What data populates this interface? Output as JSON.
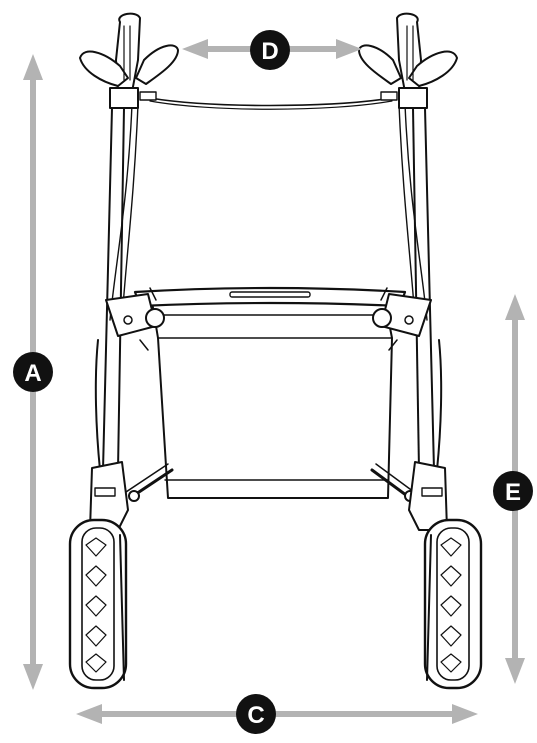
{
  "labels": {
    "a": "A",
    "c": "C",
    "d": "D",
    "e": "E"
  },
  "colors": {
    "dimension_arrow": "#b3b3b3",
    "label_badge": "#111111",
    "label_text": "#ffffff",
    "line_art": "#111111"
  }
}
